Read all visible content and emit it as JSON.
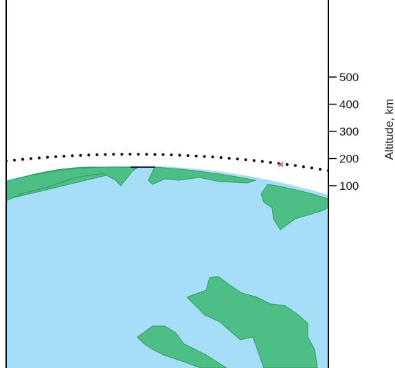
{
  "axis": {
    "title": "Altitude, km",
    "ticks": [
      {
        "value": 100,
        "label": "100"
      },
      {
        "value": 200,
        "label": "200"
      },
      {
        "value": 300,
        "label": "300"
      },
      {
        "value": 400,
        "label": "400"
      },
      {
        "value": 500,
        "label": "500"
      }
    ]
  },
  "colors": {
    "ocean": "#a6def8",
    "land": "#4dbf86",
    "land_edge": "#2e9a60",
    "orbit_dots": "#111111",
    "marker": "#e04050",
    "frame": "#000000"
  },
  "orbit": {
    "altitude_km": 200,
    "marker": "red-x-marker"
  }
}
